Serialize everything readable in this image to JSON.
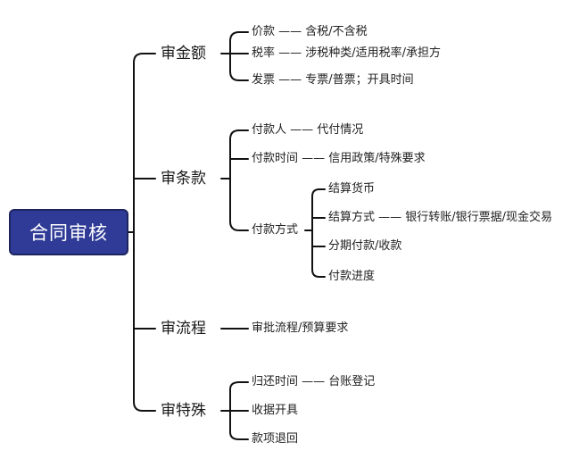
{
  "root": "合同审核",
  "branches": [
    {
      "label": "审金额",
      "items": [
        "价款 —— 含税/不含税",
        "税率 —— 涉税种类/适用税率/承担方",
        "发票 —— 专票/普票；开具时间"
      ]
    },
    {
      "label": "审条款",
      "items": [
        "付款人 —— 代付情况",
        "付款时间 —— 信用政策/特殊要求",
        "付款方式"
      ],
      "sub_items": [
        "结算货币",
        "结算方式 —— 银行转账/银行票据/现金交易",
        "分期付款/收款",
        "付款进度"
      ]
    },
    {
      "label": "审流程",
      "items": [
        "审批流程/预算要求"
      ]
    },
    {
      "label": "审特殊",
      "items": [
        "归还时间 —— 台账登记",
        "收据开具",
        "款项退回"
      ]
    }
  ]
}
